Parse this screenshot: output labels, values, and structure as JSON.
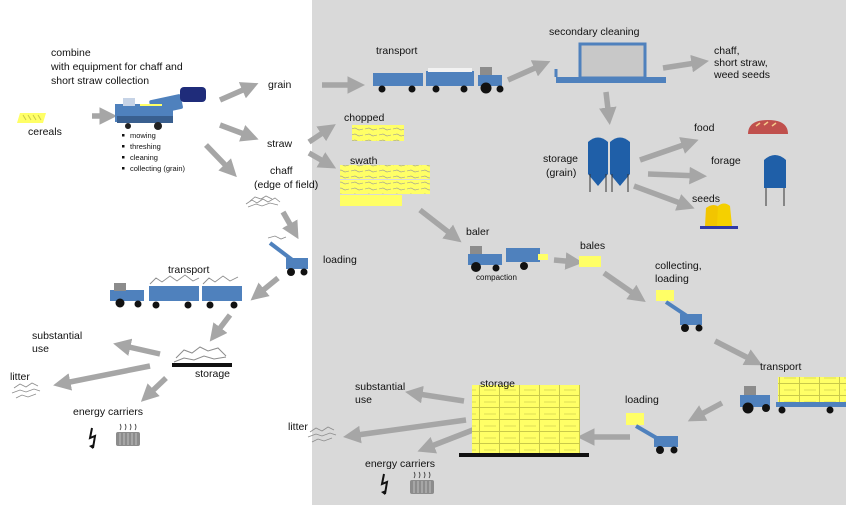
{
  "labels": {
    "combine_title": "combine",
    "combine_line2": "with equipment for chaff and",
    "combine_line3": "short straw collection",
    "cereals": "cereals",
    "grain": "grain",
    "straw": "straw",
    "chaff": "chaff",
    "edge_of_field": "(edge of field)",
    "chopped": "chopped",
    "swath": "swath",
    "transport_top": "transport",
    "secondary_cleaning": "secondary cleaning",
    "chaff_list_1": "chaff,",
    "chaff_list_2": "short straw,",
    "chaff_list_3": "weed seeds",
    "food": "food",
    "forage": "forage",
    "storage_grain_1": "storage",
    "storage_grain_2": "(grain)",
    "seeds": "seeds",
    "baler": "baler",
    "compaction": "compaction",
    "bales": "bales",
    "collecting_loading_1": "collecting,",
    "collecting_loading_2": "loading",
    "loading_left": "loading",
    "transport_left": "transport",
    "transport_right": "transport",
    "substantial_use_left": "substantial",
    "use_left": "use",
    "storage_left": "storage",
    "litter_left": "litter",
    "energy_carriers_left": "energy carriers",
    "substantial_use_right": "substantial",
    "use_right": "use",
    "storage_right": "storage",
    "loading_right": "loading",
    "litter_right": "litter",
    "energy_carriers_right": "energy carriers"
  },
  "combine_tasks": [
    "mowing",
    "threshing",
    "cleaning",
    "collecting (grain)"
  ],
  "colors": {
    "panel": "#d9d9d9",
    "arrow": "#a6a6a6",
    "vehicle": "#4f81bd",
    "bale": "#ffff66",
    "bread": "#c0504d"
  }
}
